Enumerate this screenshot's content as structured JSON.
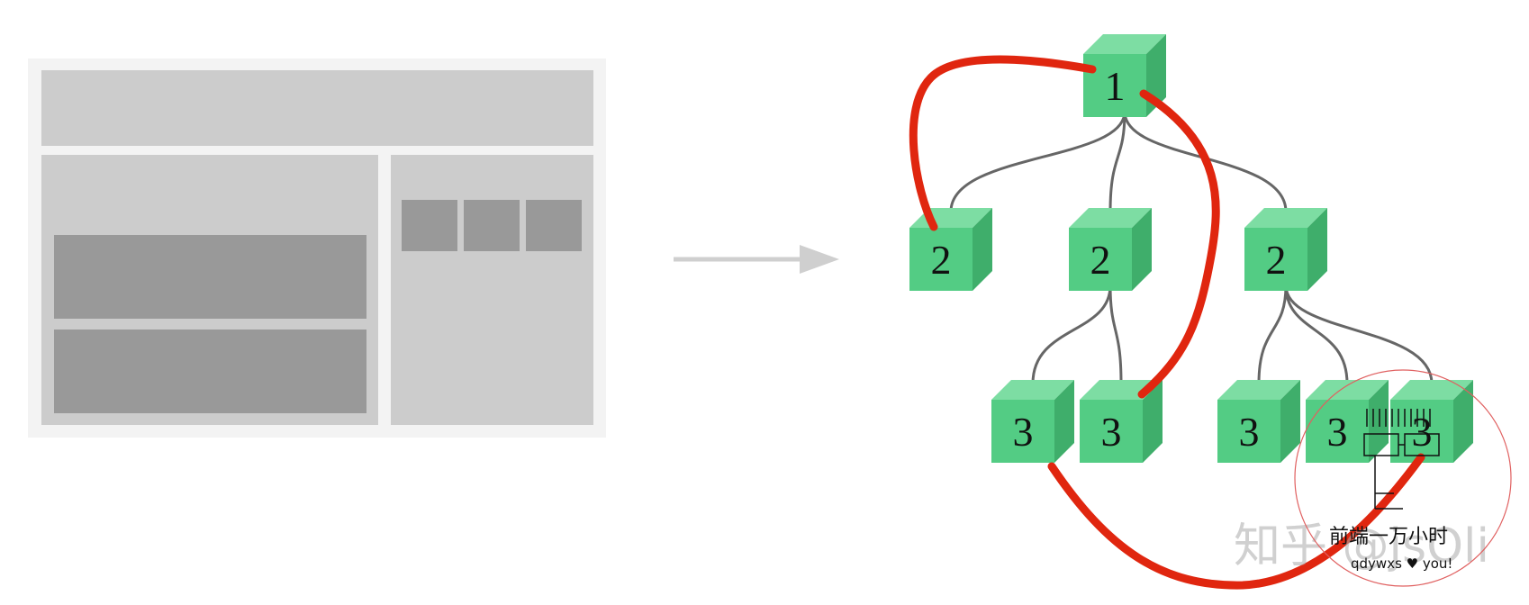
{
  "layout_mockup": {
    "description_free": true,
    "blocks": [
      "header",
      "main-top",
      "main-bottom",
      "side-tile-1",
      "side-tile-2",
      "side-tile-3"
    ]
  },
  "tree": {
    "nodes": [
      {
        "id": "n1",
        "label": "1"
      },
      {
        "id": "n2a",
        "label": "2"
      },
      {
        "id": "n2b",
        "label": "2"
      },
      {
        "id": "n2c",
        "label": "2"
      },
      {
        "id": "n3a",
        "label": "3"
      },
      {
        "id": "n3b",
        "label": "3"
      },
      {
        "id": "n3c",
        "label": "3"
      },
      {
        "id": "n3d",
        "label": "3"
      },
      {
        "id": "n3e",
        "label": "3"
      }
    ],
    "edges": [
      [
        "n1",
        "n2a"
      ],
      [
        "n1",
        "n2b"
      ],
      [
        "n1",
        "n2c"
      ],
      [
        "n2b",
        "n3a"
      ],
      [
        "n2b",
        "n3b"
      ],
      [
        "n2c",
        "n3c"
      ],
      [
        "n2c",
        "n3d"
      ],
      [
        "n2c",
        "n3e"
      ]
    ],
    "colors": {
      "cube_front": "#53cc84",
      "cube_top": "#7dddA3",
      "cube_side": "#3fae6b",
      "edge": "#666666",
      "path": "#e0260f"
    }
  },
  "watermark": {
    "text": "知乎 @jsOli"
  },
  "stamp": {
    "line1": "前端一万小时",
    "line2": "qdywxs ♥ you!"
  }
}
